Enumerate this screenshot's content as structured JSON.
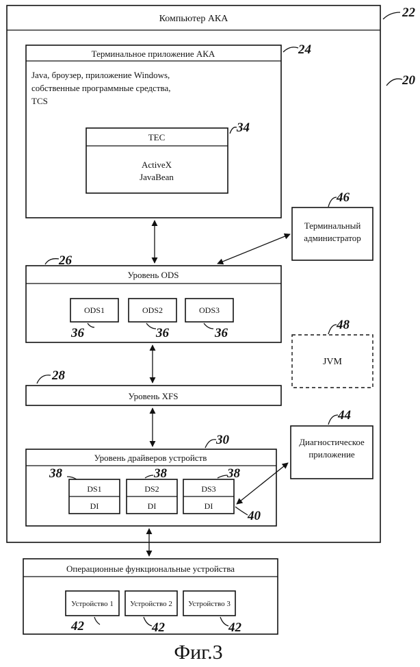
{
  "computer": {
    "title": "Компьютер АКА",
    "ref": "22",
    "group_ref": "20"
  },
  "terminal_app": {
    "title": "Терминальное приложение АКА",
    "ref": "24",
    "lines": [
      "Java, броузер, приложение Windows,",
      "собственные  программные средства,",
      "TCS"
    ]
  },
  "tec": {
    "title": "TEC",
    "line1": "ActiveX",
    "line2": "JavaBean",
    "ref": "34"
  },
  "terminal_admin": {
    "line1": "Терминальный",
    "line2": "администратор",
    "ref": "46"
  },
  "ods_layer": {
    "title": "Уровень  ODS",
    "ref": "26",
    "items": [
      {
        "label": "ODS1",
        "ref": "36"
      },
      {
        "label": "ODS2",
        "ref": "36"
      },
      {
        "label": "ODS3",
        "ref": "36"
      }
    ]
  },
  "jvm": {
    "label": "JVM",
    "ref": "48"
  },
  "xfs_layer": {
    "title": "Уровень  XFS",
    "ref": "28"
  },
  "driver_layer": {
    "title": "Уровень драйверов устройств",
    "ref": "30",
    "items": [
      {
        "ds": "DS1",
        "di": "DI",
        "ref": "38"
      },
      {
        "ds": "DS2",
        "di": "DI",
        "ref": "38"
      },
      {
        "ds": "DS3",
        "di": "DI",
        "ref": "38"
      }
    ],
    "di_ref": "40"
  },
  "diag_app": {
    "line1": "Диагностическое",
    "line2": "приложение",
    "ref": "44"
  },
  "devices": {
    "title": "Операционные функциональные устройства",
    "items": [
      {
        "label": "Устройство 1",
        "ref": "42"
      },
      {
        "label": "Устройство 2",
        "ref": "42"
      },
      {
        "label": "Устройство 3",
        "ref": "42"
      }
    ]
  },
  "caption": "Фиг.3"
}
